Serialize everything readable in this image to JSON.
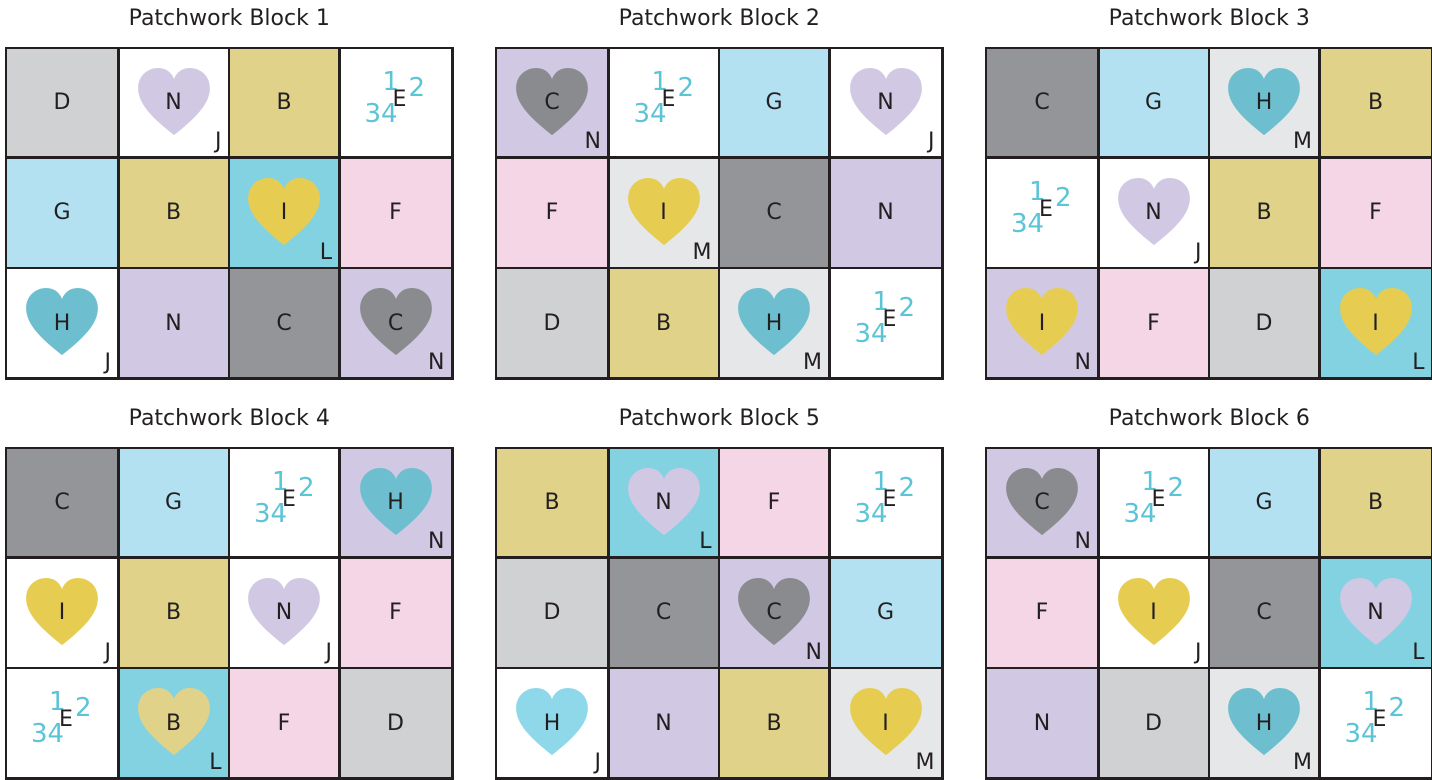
{
  "colors": {
    "D": "#d0d1d3",
    "G": "#b3e1f2",
    "B": "#e1d28a",
    "F": "#f5d6e6",
    "C": "#939598",
    "N": "#d1c9e3",
    "white": "#ffffff",
    "L": "#82d2e2",
    "M": "#e6e7e8",
    "J": "#ffffff",
    "heart_N": "#d1c9e3",
    "heart_I": "#e6cd52",
    "heart_H": "#6dbfcf",
    "heart_C": "#8a8b8e",
    "heart_B": "#e1d28a",
    "heart_H_light": "#8fd8ea",
    "e_number": "#5bc4d6"
  },
  "blocks": [
    {
      "title": "Patchwork Block 1",
      "cols": 4,
      "cells": [
        {
          "letter": "D",
          "bg": "D"
        },
        {
          "letter": "N",
          "bg": "white",
          "heart": "heart_N",
          "corner": "J"
        },
        {
          "letter": "B",
          "bg": "B"
        },
        {
          "e": true,
          "bg": "white",
          "n1": "1",
          "n2": "2",
          "n34": "34",
          "letter": "E"
        },
        {
          "letter": "G",
          "bg": "G"
        },
        {
          "letter": "B",
          "bg": "B"
        },
        {
          "letter": "I",
          "bg": "L",
          "heart": "heart_I",
          "corner": "L"
        },
        {
          "letter": "F",
          "bg": "F"
        },
        {
          "letter": "H",
          "bg": "white",
          "heart": "heart_H",
          "corner": "J"
        },
        {
          "letter": "N",
          "bg": "N"
        },
        {
          "letter": "C",
          "bg": "C"
        },
        {
          "letter": "C",
          "bg": "N",
          "heart": "heart_C",
          "corner": "N"
        }
      ]
    },
    {
      "title": "Patchwork Block 2",
      "cols": 4,
      "cells": [
        {
          "letter": "C",
          "bg": "N",
          "heart": "heart_C",
          "corner": "N"
        },
        {
          "e": true,
          "bg": "white",
          "n1": "1",
          "n2": "2",
          "n34": "34",
          "letter": "E"
        },
        {
          "letter": "G",
          "bg": "G"
        },
        {
          "letter": "N",
          "bg": "white",
          "heart": "heart_N",
          "corner": "J"
        },
        {
          "letter": "F",
          "bg": "F"
        },
        {
          "letter": "I",
          "bg": "M",
          "heart": "heart_I",
          "corner": "M"
        },
        {
          "letter": "C",
          "bg": "C"
        },
        {
          "letter": "N",
          "bg": "N"
        },
        {
          "letter": "D",
          "bg": "D"
        },
        {
          "letter": "B",
          "bg": "B"
        },
        {
          "letter": "H",
          "bg": "M",
          "heart": "heart_H",
          "corner": "M"
        },
        {
          "e": true,
          "bg": "white",
          "n1": "1",
          "n2": "2",
          "n34": "34",
          "letter": "E"
        }
      ]
    },
    {
      "title": "Patchwork Block 3",
      "cols": 4,
      "cells": [
        {
          "letter": "C",
          "bg": "C"
        },
        {
          "letter": "G",
          "bg": "G"
        },
        {
          "letter": "H",
          "bg": "M",
          "heart": "heart_H",
          "corner": "M"
        },
        {
          "letter": "B",
          "bg": "B"
        },
        {
          "e": true,
          "bg": "white",
          "n1": "1",
          "n2": "2",
          "n34": "34",
          "letter": "E"
        },
        {
          "letter": "N",
          "bg": "white",
          "heart": "heart_N",
          "corner": "J"
        },
        {
          "letter": "B",
          "bg": "B"
        },
        {
          "letter": "F",
          "bg": "F"
        },
        {
          "letter": "I",
          "bg": "N",
          "heart": "heart_I",
          "corner": "N"
        },
        {
          "letter": "F",
          "bg": "F"
        },
        {
          "letter": "D",
          "bg": "D"
        },
        {
          "letter": "I",
          "bg": "L",
          "heart": "heart_I",
          "corner": "L"
        }
      ]
    },
    {
      "title": "Patchwork Block 4",
      "cols": 4,
      "cells": [
        {
          "letter": "C",
          "bg": "C"
        },
        {
          "letter": "G",
          "bg": "G"
        },
        {
          "e": true,
          "bg": "white",
          "n1": "1",
          "n2": "2",
          "n34": "34",
          "letter": "E"
        },
        {
          "letter": "H",
          "bg": "N",
          "heart": "heart_H",
          "corner": "N"
        },
        {
          "letter": "I",
          "bg": "white",
          "heart": "heart_I",
          "corner": "J"
        },
        {
          "letter": "B",
          "bg": "B"
        },
        {
          "letter": "N",
          "bg": "white",
          "heart": "heart_N",
          "corner": "J"
        },
        {
          "letter": "F",
          "bg": "F"
        },
        {
          "e": true,
          "bg": "white",
          "n1": "1",
          "n2": "2",
          "n34": "34",
          "letter": "E"
        },
        {
          "letter": "B",
          "bg": "L",
          "heart": "heart_B",
          "corner": "L"
        },
        {
          "letter": "F",
          "bg": "F"
        },
        {
          "letter": "D",
          "bg": "D"
        }
      ]
    },
    {
      "title": "Patchwork Block 5",
      "cols": 4,
      "cells": [
        {
          "letter": "B",
          "bg": "B"
        },
        {
          "letter": "N",
          "bg": "L",
          "heart": "heart_N",
          "corner": "L"
        },
        {
          "letter": "F",
          "bg": "F"
        },
        {
          "e": true,
          "bg": "white",
          "n1": "1",
          "n2": "2",
          "n34": "34",
          "letter": "E"
        },
        {
          "letter": "D",
          "bg": "D"
        },
        {
          "letter": "C",
          "bg": "C"
        },
        {
          "letter": "C",
          "bg": "N",
          "heart": "heart_C",
          "corner": "N"
        },
        {
          "letter": "G",
          "bg": "G"
        },
        {
          "letter": "H",
          "bg": "white",
          "heart": "heart_H_light",
          "corner": "J"
        },
        {
          "letter": "N",
          "bg": "N"
        },
        {
          "letter": "B",
          "bg": "B"
        },
        {
          "letter": "I",
          "bg": "M",
          "heart": "heart_I",
          "corner": "M"
        }
      ]
    },
    {
      "title": "Patchwork Block 6",
      "cols": 4,
      "cells": [
        {
          "letter": "C",
          "bg": "N",
          "heart": "heart_C",
          "corner": "N"
        },
        {
          "e": true,
          "bg": "white",
          "n1": "1",
          "n2": "2",
          "n34": "34",
          "letter": "E"
        },
        {
          "letter": "G",
          "bg": "G"
        },
        {
          "letter": "B",
          "bg": "B"
        },
        {
          "letter": "F",
          "bg": "F"
        },
        {
          "letter": "I",
          "bg": "white",
          "heart": "heart_I",
          "corner": "J"
        },
        {
          "letter": "C",
          "bg": "C"
        },
        {
          "letter": "N",
          "bg": "L",
          "heart": "heart_N",
          "corner": "L"
        },
        {
          "letter": "N",
          "bg": "N"
        },
        {
          "letter": "D",
          "bg": "D"
        },
        {
          "letter": "H",
          "bg": "M",
          "heart": "heart_H",
          "corner": "M"
        },
        {
          "e": true,
          "bg": "white",
          "n1": "1",
          "n2": "2",
          "n34": "34",
          "letter": "E"
        }
      ]
    }
  ]
}
